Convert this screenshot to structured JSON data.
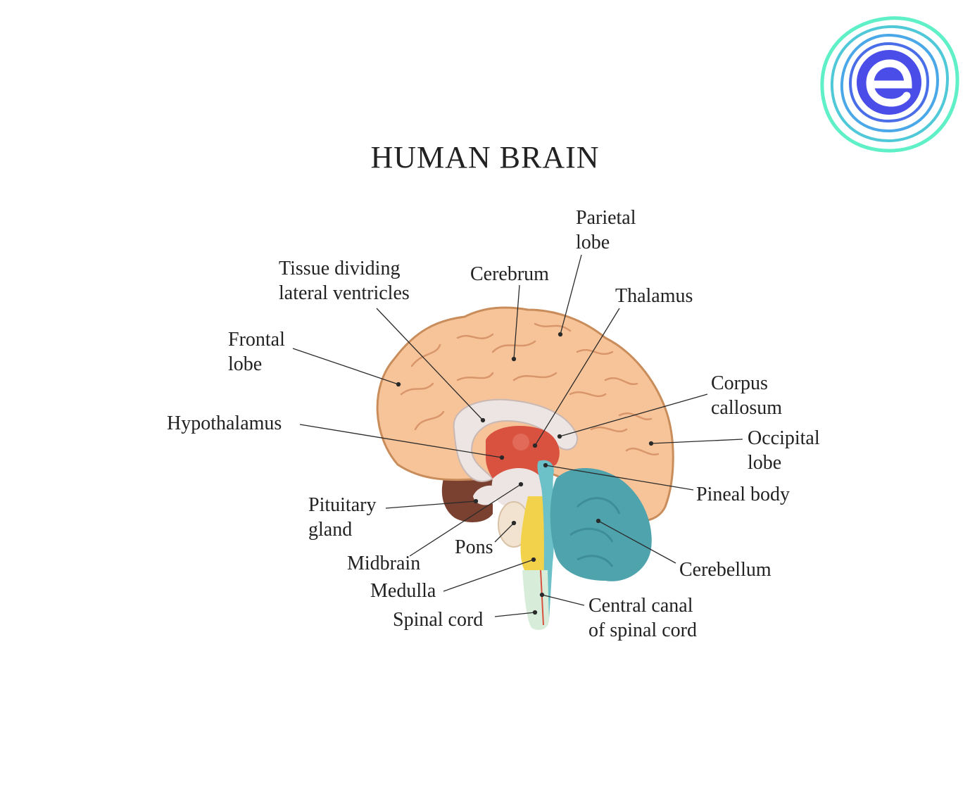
{
  "title": "HUMAN BRAIN",
  "logo": {
    "name": "embibe-logo",
    "colors": [
      "#5ff0c8",
      "#4aa8e8",
      "#4a4de8"
    ]
  },
  "labels": {
    "parietal_1": "Parietal",
    "parietal_2": "lobe",
    "cerebrum": "Cerebrum",
    "tissue_1": "Tissue dividing",
    "tissue_2": "lateral ventricles",
    "thalamus": "Thalamus",
    "frontal_1": "Frontal",
    "frontal_2": "lobe",
    "corpus_1": "Corpus",
    "corpus_2": "callosum",
    "hypothalamus": "Hypothalamus",
    "occipital_1": "Occipital",
    "occipital_2": "lobe",
    "pineal": "Pineal body",
    "pituitary_1": "Pituitary",
    "pituitary_2": "gland",
    "pons": "Pons",
    "midbrain": "Midbrain",
    "cerebellum": "Cerebellum",
    "medulla": "Medulla",
    "central_1": "Central canal",
    "central_2": "of spinal cord",
    "spinal": "Spinal cord"
  },
  "colors": {
    "cerebrum": "#f7c499",
    "cerebrum_outline": "#c98d5c",
    "thalamus": "#d9513f",
    "cerebellum": "#4fa3ad",
    "brainstem_yellow": "#f2d24a",
    "pituitary_brown": "#7a4030",
    "spinal": "#d7ecd9"
  }
}
